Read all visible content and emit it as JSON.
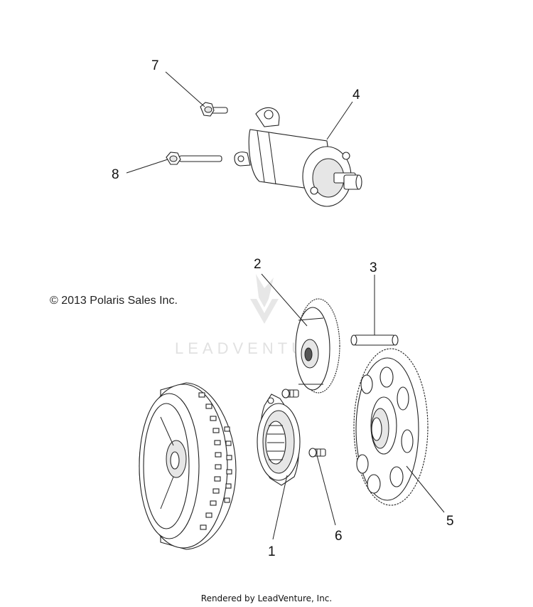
{
  "copyright": "© 2013 Polaris Sales Inc.",
  "footer": "Rendered by LeadVenture, Inc.",
  "watermark": "LEADVENTURE",
  "callouts": {
    "c1": "1",
    "c2": "2",
    "c3": "3",
    "c4": "4",
    "c5": "5",
    "c6": "6",
    "c7": "7",
    "c8": "8"
  }
}
